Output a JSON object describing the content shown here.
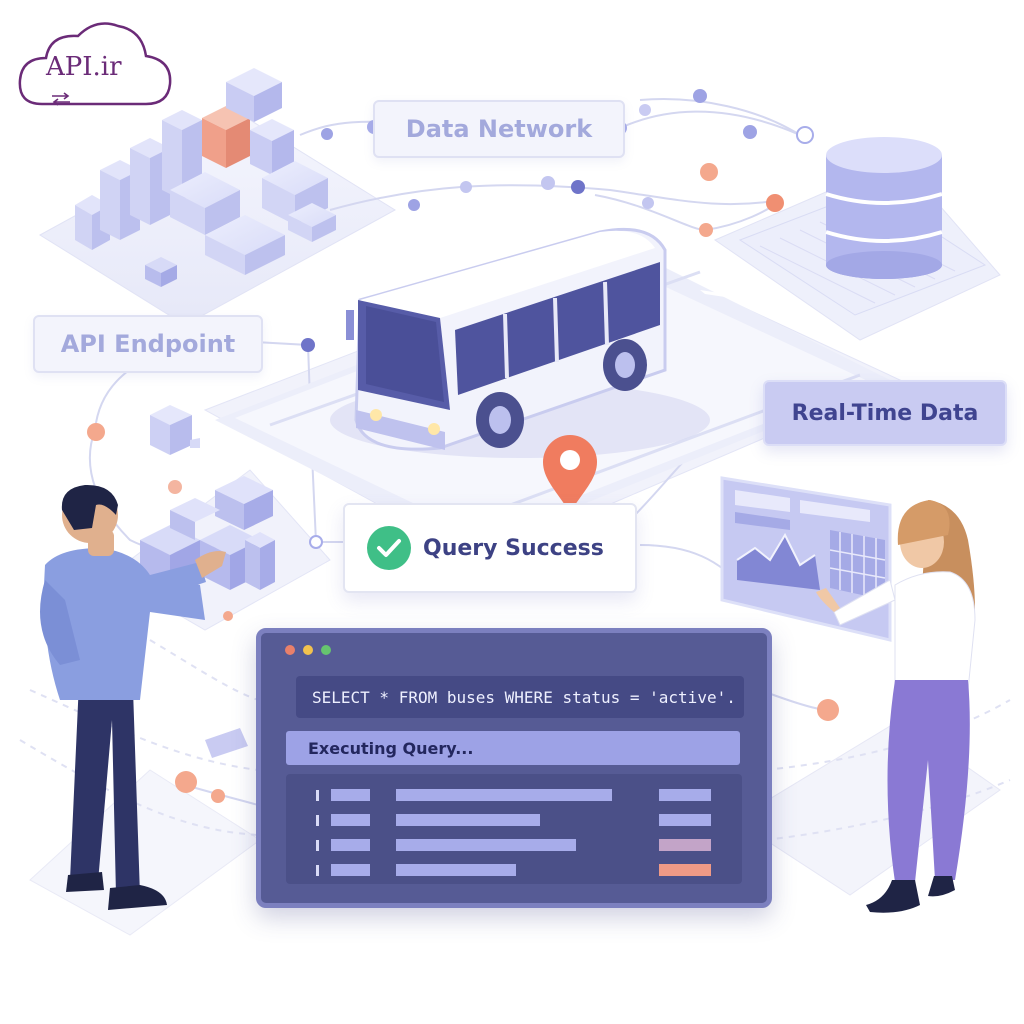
{
  "logo": {
    "text": "API.ir",
    "icon": "swap-arrows-icon",
    "color": "#6b2b78"
  },
  "labels": {
    "data_network": "Data Network",
    "api_endpoint": "API Endpoint",
    "real_time_data": "Real-Time Data",
    "query_success": "Query Success"
  },
  "terminal": {
    "window_dots": [
      "#e9806b",
      "#f2c24e",
      "#66c56f"
    ],
    "sql": "SELECT * FROM buses WHERE status = 'active'.",
    "status": "Executing Query...",
    "rows": [
      {
        "c1": 0.75,
        "c2": 0.9,
        "tag_color": "#a7acea"
      },
      {
        "c1": 0.75,
        "c2": 0.6,
        "tag_color": "#a7acea"
      },
      {
        "c1": 0.75,
        "c2": 0.75,
        "tag_color": "#c3a4c8"
      },
      {
        "c1": 0.75,
        "c2": 0.5,
        "tag_color": "#ef9a86"
      }
    ]
  },
  "colors": {
    "accent": "#6f74c9",
    "accent_light": "#c9cbf2",
    "node_orange": "#f08f72",
    "success_green": "#3fbf87",
    "pin_orange": "#f07c5f"
  },
  "icons": [
    "location-pin-icon",
    "check-icon",
    "database-icon",
    "bus-icon"
  ]
}
